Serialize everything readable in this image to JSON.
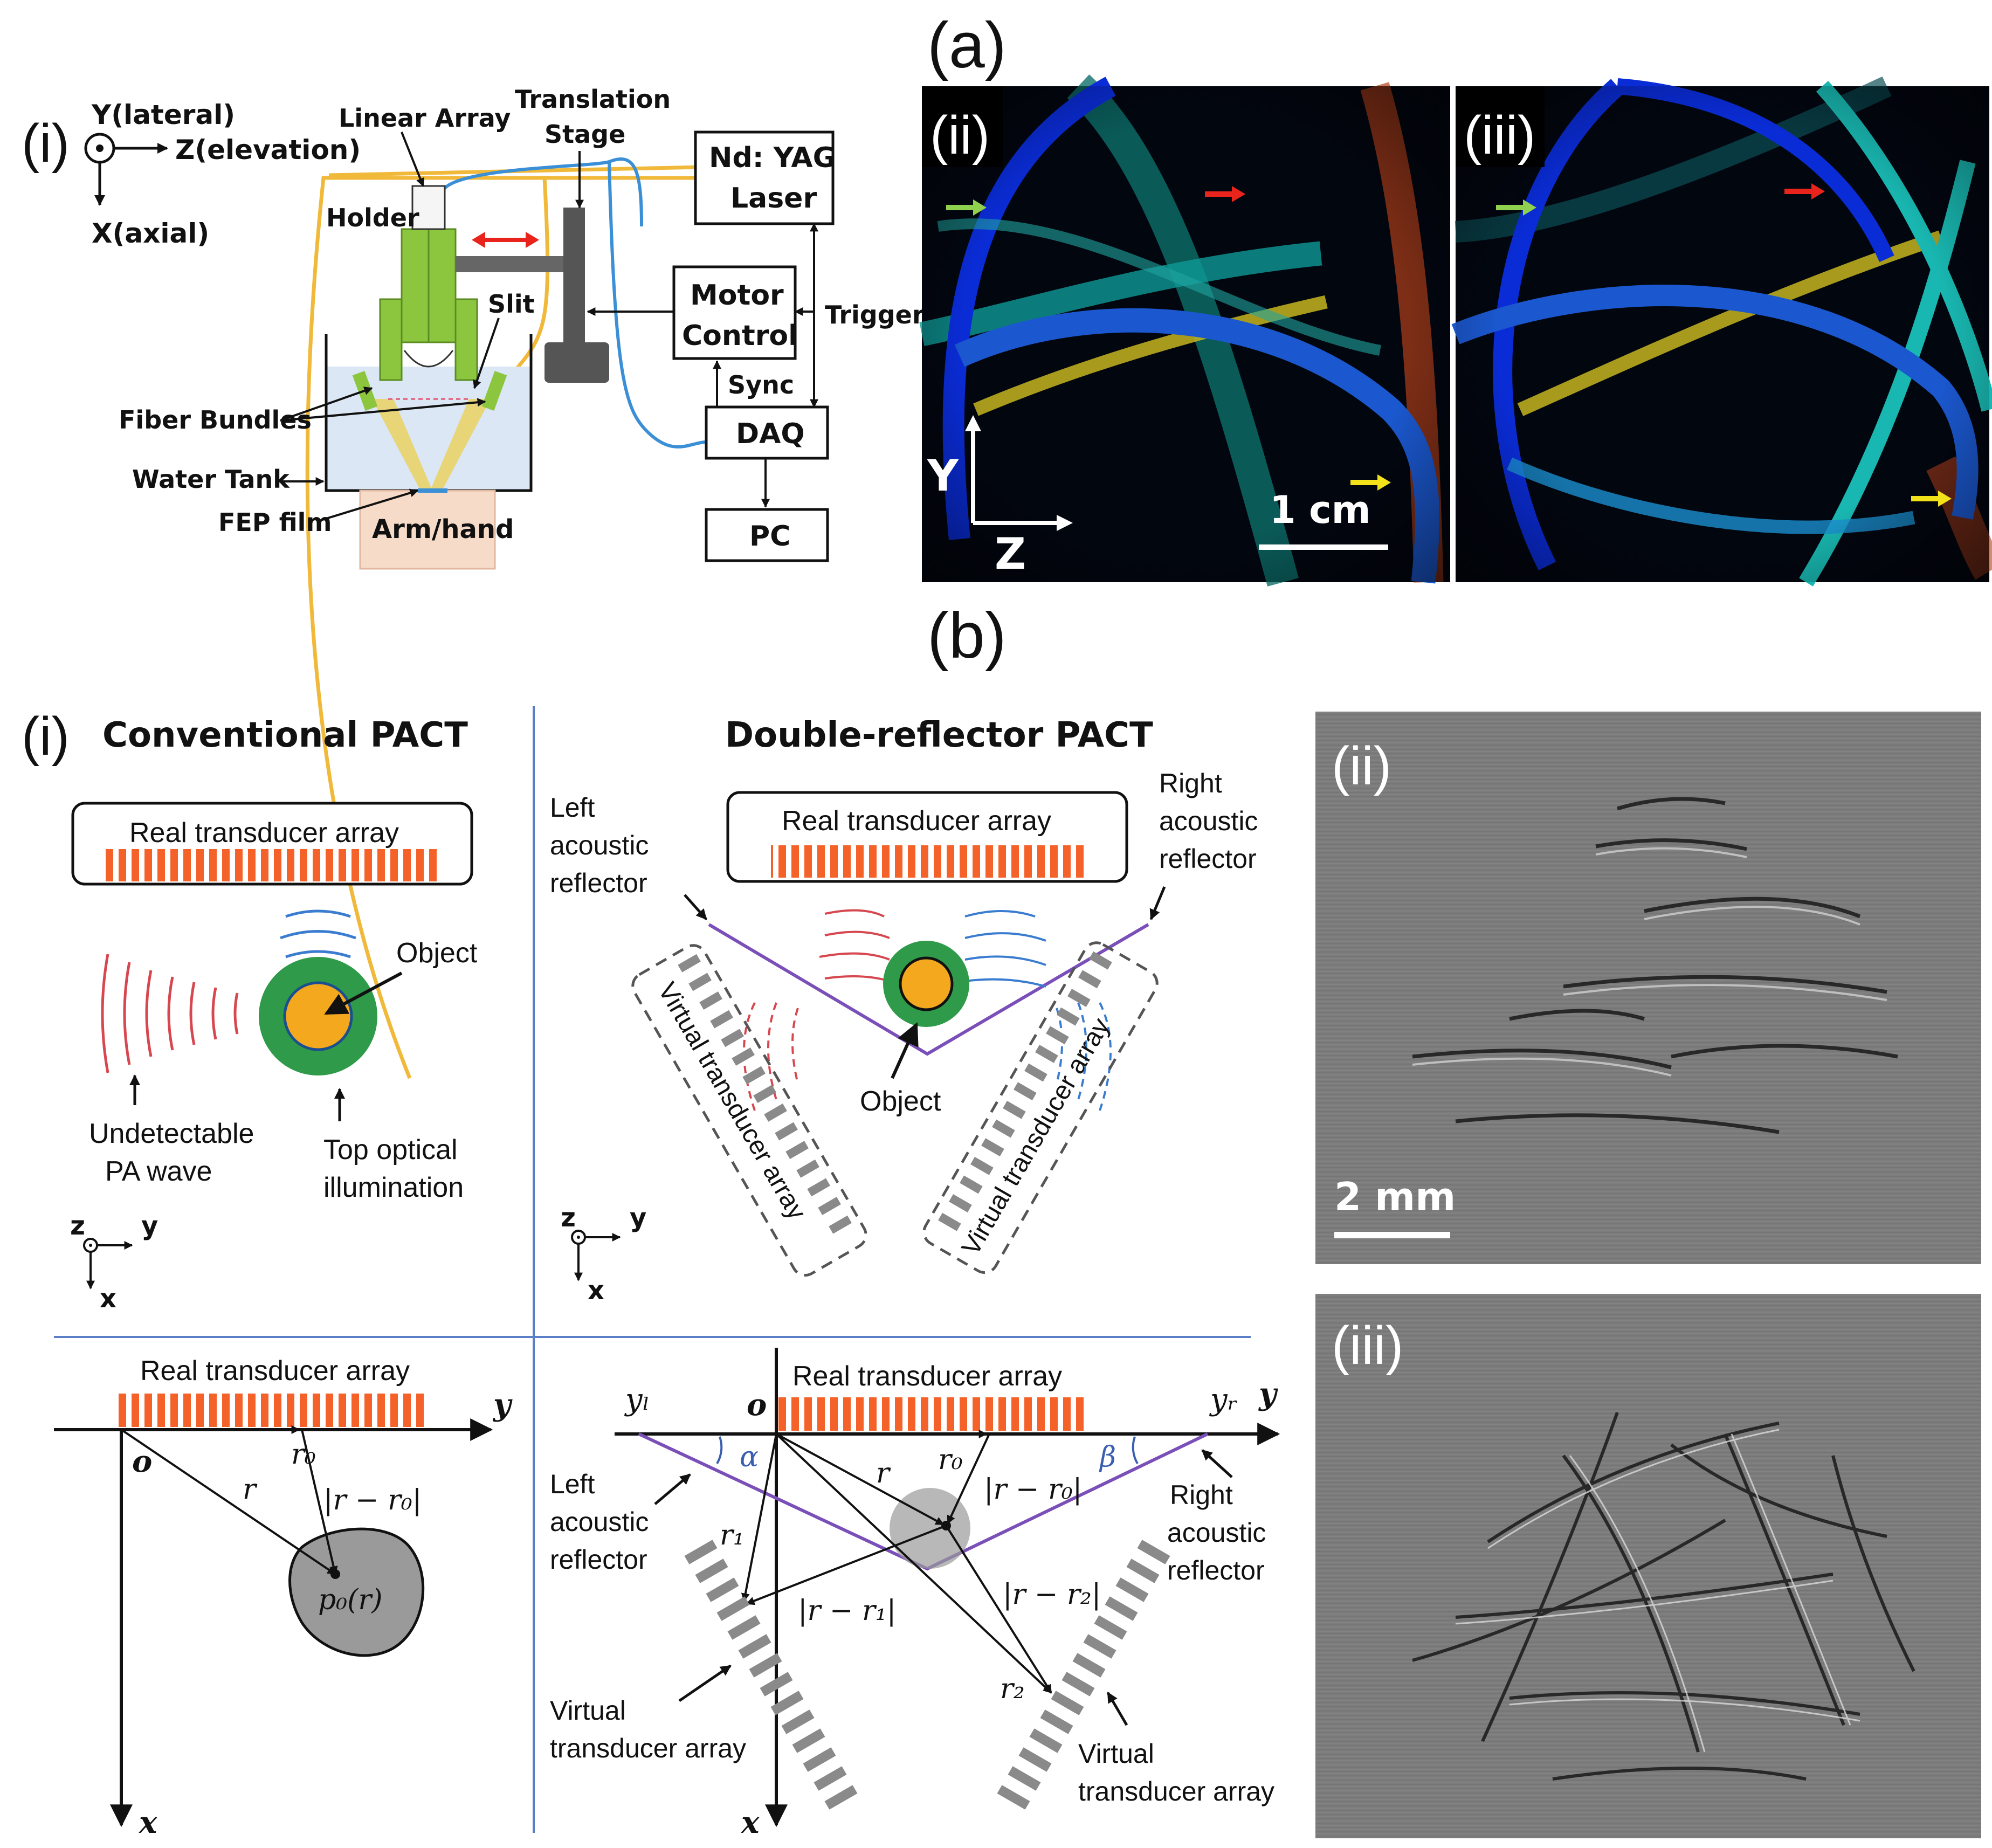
{
  "panel_labels": {
    "a": "(a)",
    "b": "(b)"
  },
  "a_i": {
    "label": "(i)",
    "axes": {
      "y": "Y(lateral)",
      "z": "Z(elevation)",
      "x": "X(axial)"
    },
    "linear_array": "Linear Array",
    "translation_stage": [
      "Translation",
      "Stage"
    ],
    "laser": [
      "Nd: YAG",
      "Laser"
    ],
    "holder": "Holder",
    "slit": "Slit",
    "motor_control": [
      "Motor",
      "Control"
    ],
    "trigger": "Trigger",
    "sync": "Sync",
    "daq": "DAQ",
    "pc": "PC",
    "fiber_bundles": "Fiber Bundles",
    "water_tank": "Water Tank",
    "fep_film": "FEP film",
    "arm_hand": "Arm/hand"
  },
  "a_ii": {
    "label": "(ii)",
    "axis_y": "Y",
    "axis_z": "Z",
    "scalebar": "1 cm"
  },
  "a_iii": {
    "label": "(iii)"
  },
  "arrow_colors": {
    "green": "#8fd14f",
    "red": "#e8241c",
    "yellow": "#f3e21a"
  },
  "b_i": {
    "label": "(i)",
    "conventional": {
      "title": "Conventional PACT",
      "array": "Real transducer array",
      "object": "Object",
      "undetectable": [
        "Undetectable",
        "PA wave"
      ],
      "top_illum": [
        "Top optical",
        "illumination"
      ],
      "axis_z": "z",
      "axis_y": "y",
      "axis_x": "x"
    },
    "double": {
      "title": "Double-reflector PACT",
      "array": "Real transducer array",
      "left_reflector": [
        "Left",
        "acoustic",
        "reflector"
      ],
      "right_reflector": [
        "Right",
        "acoustic",
        "reflector"
      ],
      "object": "Object",
      "virtual_left": "Virtual transducer array",
      "virtual_right": "Virtual transducer array",
      "axis_z": "z",
      "axis_y": "y",
      "axis_x": "x"
    },
    "geom_conv": {
      "array": "Real transducer array",
      "y": "y",
      "x": "x",
      "o": "o",
      "r0": "r₀",
      "r": "r",
      "diff": "|r − r₀|",
      "p0": "p₀(r)"
    },
    "geom_double": {
      "array": "Real transducer array",
      "yl": "yₗ",
      "yr": "yᵣ",
      "y": "y",
      "x": "x",
      "o": "o",
      "alpha": "α",
      "beta": "β",
      "r0": "r₀",
      "r": "r",
      "diff0": "|r − r₀|",
      "diff1": "|r − r₁|",
      "diff2": "|r − r₂|",
      "r1": "r₁",
      "r2": "r₂",
      "left_reflector": [
        "Left",
        "acoustic",
        "reflector"
      ],
      "right_reflector": [
        "Right",
        "acoustic",
        "reflector"
      ],
      "virtual_left": [
        "Virtual",
        "transducer array"
      ],
      "virtual_right": [
        "Virtual",
        "transducer array"
      ]
    }
  },
  "b_ii": {
    "label": "(ii)",
    "scalebar": "2 mm"
  },
  "b_iii": {
    "label": "(iii)"
  }
}
